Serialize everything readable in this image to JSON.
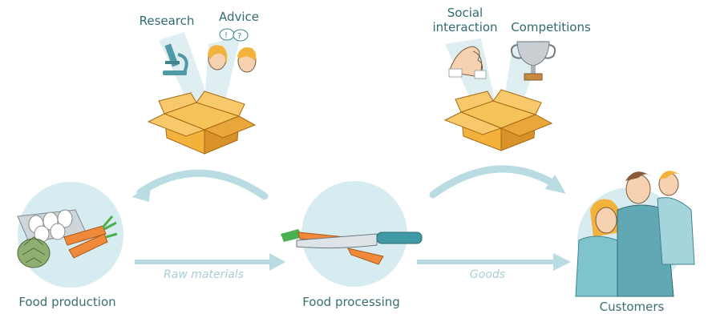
{
  "labels": {
    "research": "Research",
    "advice": "Advice",
    "social_interaction_line1": "Social",
    "social_interaction_line2": "interaction",
    "competitions": "Competitions",
    "food_production": "Food production",
    "food_processing": "Food processing",
    "customers": "Customers",
    "raw_materials": "Raw materials",
    "goods": "Goods"
  },
  "colors": {
    "circle_bg": "#d7ecf1",
    "arrow": "#b9dbe2",
    "box": "#f2b23c",
    "box_dark": "#c97e1e",
    "beam": "#dcecf0",
    "label_text": "#2f6b70"
  }
}
